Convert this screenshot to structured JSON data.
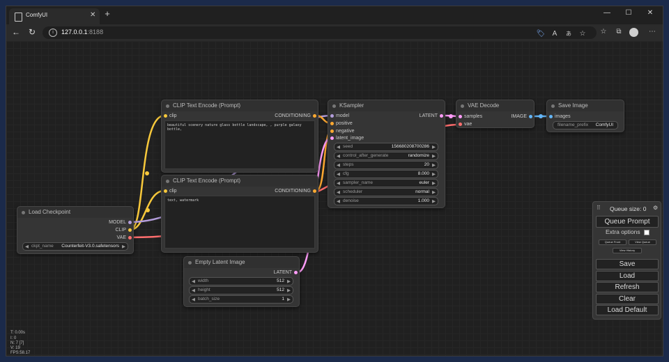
{
  "browser": {
    "tab_title": "ComfyUI",
    "tab_close": "✕",
    "new_tab": "+",
    "window_controls": [
      "—",
      "☐",
      "✕"
    ],
    "nav": {
      "back": "←",
      "reload": "↻"
    },
    "url_host": "127.0.0.1",
    "url_port": ":8188",
    "toolbar_icons": [
      "tag-icon",
      "read-aloud-icon",
      "translate-icon",
      "favorite-icon",
      "favorites-bar-icon",
      "collections-icon",
      "profile-icon",
      "more-icon"
    ],
    "toolbar_glyphs": [
      "🏷",
      "A",
      "あ",
      "☆",
      "☆",
      "⧉",
      "",
      "⋯"
    ]
  },
  "nodes": {
    "clip_text_encode_1": {
      "title": "CLIP Text Encode (Prompt)",
      "input": "clip",
      "output": "CONDITIONING",
      "text": "beautiful scenery nature glass bottle landscape, , purple galaxy bottle,"
    },
    "clip_text_encode_2": {
      "title": "CLIP Text Encode (Prompt)",
      "input": "clip",
      "output": "CONDITIONING",
      "text": "text, watermark"
    },
    "load_checkpoint": {
      "title": "Load Checkpoint",
      "outputs": [
        "MODEL",
        "CLIP",
        "VAE"
      ],
      "widget": {
        "name": "ckpt_name",
        "value": "Counterfeit-V3.0.safetensors"
      }
    },
    "ksampler": {
      "title": "KSampler",
      "inputs": [
        "model",
        "positive",
        "negative",
        "latent_image"
      ],
      "output": "LATENT",
      "widgets": [
        {
          "name": "seed",
          "value": "156680208700286"
        },
        {
          "name": "control_after_generate",
          "value": "randomize"
        },
        {
          "name": "steps",
          "value": "20"
        },
        {
          "name": "cfg",
          "value": "8.000"
        },
        {
          "name": "sampler_name",
          "value": "euler"
        },
        {
          "name": "scheduler",
          "value": "normal"
        },
        {
          "name": "denoise",
          "value": "1.000"
        }
      ]
    },
    "vae_decode": {
      "title": "VAE Decode",
      "inputs": [
        "samples",
        "vae"
      ],
      "output": "IMAGE"
    },
    "save_image": {
      "title": "Save Image",
      "input": "images",
      "widget": {
        "name": "filename_prefix",
        "value": "ComfyUI"
      }
    },
    "empty_latent": {
      "title": "Empty Latent Image",
      "output": "LATENT",
      "widgets": [
        {
          "name": "width",
          "value": "512"
        },
        {
          "name": "height",
          "value": "512"
        },
        {
          "name": "batch_size",
          "value": "1"
        }
      ]
    }
  },
  "stats": [
    "T: 0.00s",
    "I: 0",
    "N: 7 [7]",
    "V: 19",
    "FPS:58.17"
  ],
  "menu": {
    "queue_size": "Queue size: 0",
    "queue_prompt": "Queue Prompt",
    "extra_options": "Extra options",
    "queue_front": "Queue Front",
    "view_queue": "View Queue",
    "view_history": "View History",
    "save": "Save",
    "load": "Load",
    "refresh": "Refresh",
    "clear": "Clear",
    "load_default": "Load Default"
  },
  "colors": {
    "clip": "#f7c83b",
    "model": "#b39ddb",
    "vae": "#ff6e6e",
    "conditioning": "#ffa931",
    "latent": "#ff9cf9",
    "image": "#64b5f6"
  }
}
